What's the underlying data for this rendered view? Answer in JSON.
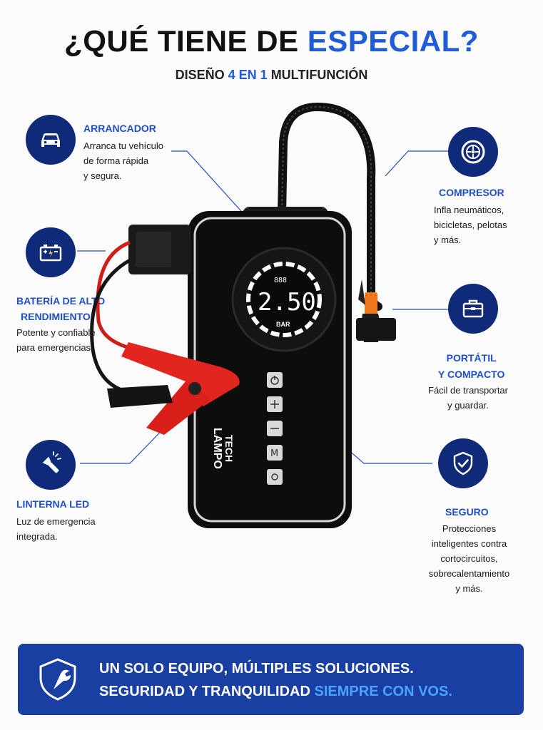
{
  "header": {
    "title_main": "¿QUÉ TIENE DE ",
    "title_accent": "ESPECIAL?",
    "subtitle_pre": "DISEÑO ",
    "subtitle_accent": "4 EN 1",
    "subtitle_post": " MULTIFUNCIÓN"
  },
  "features": {
    "arrancador": {
      "title": "ARRANCADOR",
      "desc": [
        "Arranca tu vehículo",
        "de forma rápida",
        "y segura."
      ],
      "icon": "car-icon"
    },
    "bateria": {
      "title": [
        "BATERÍA DE ALTO",
        "RENDIMIENTO"
      ],
      "desc": [
        "Potente y confiable",
        "para emergencias."
      ],
      "icon": "battery-icon"
    },
    "linterna": {
      "title": "LINTERNA LED",
      "desc": [
        "Luz de emergencia",
        "integrada."
      ],
      "icon": "flashlight-icon"
    },
    "compresor": {
      "title": "COMPRESOR",
      "desc": [
        "Infla neumáticos,",
        "bicicletas, pelotas",
        "y más."
      ],
      "icon": "tire-icon"
    },
    "portatil": {
      "title": [
        "PORTÁTIL",
        "Y COMPACTO"
      ],
      "desc": [
        "Fácil de transportar",
        "y guardar."
      ],
      "icon": "briefcase-icon"
    },
    "seguro": {
      "title": "SEGURO",
      "desc": [
        "Protecciones",
        "inteligentes contra",
        "cortocircuitos,",
        "sobrecalentamiento",
        "y más."
      ],
      "icon": "shield-check-icon"
    }
  },
  "device": {
    "display_value": "2.50",
    "display_unit": "BAR",
    "display_top": "888",
    "brand_line1": "LAMPO",
    "brand_line2": "TECH",
    "buttons": [
      "power-icon",
      "plus-icon",
      "minus-icon",
      "M",
      "light-icon"
    ]
  },
  "banner": {
    "line1": "UN SOLO EQUIPO, MÚLTIPLES SOLUCIONES.",
    "line2_pre": "SEGURIDAD Y TRANQUILIDAD ",
    "line2_highlight": "SIEMPRE CON VOS."
  },
  "colors": {
    "accent": "#1f5bd6",
    "navy": "#0f2a78",
    "banner": "#1a3fa2",
    "clamp_red": "#e2261f",
    "nozzle_orange": "#f0761c"
  }
}
